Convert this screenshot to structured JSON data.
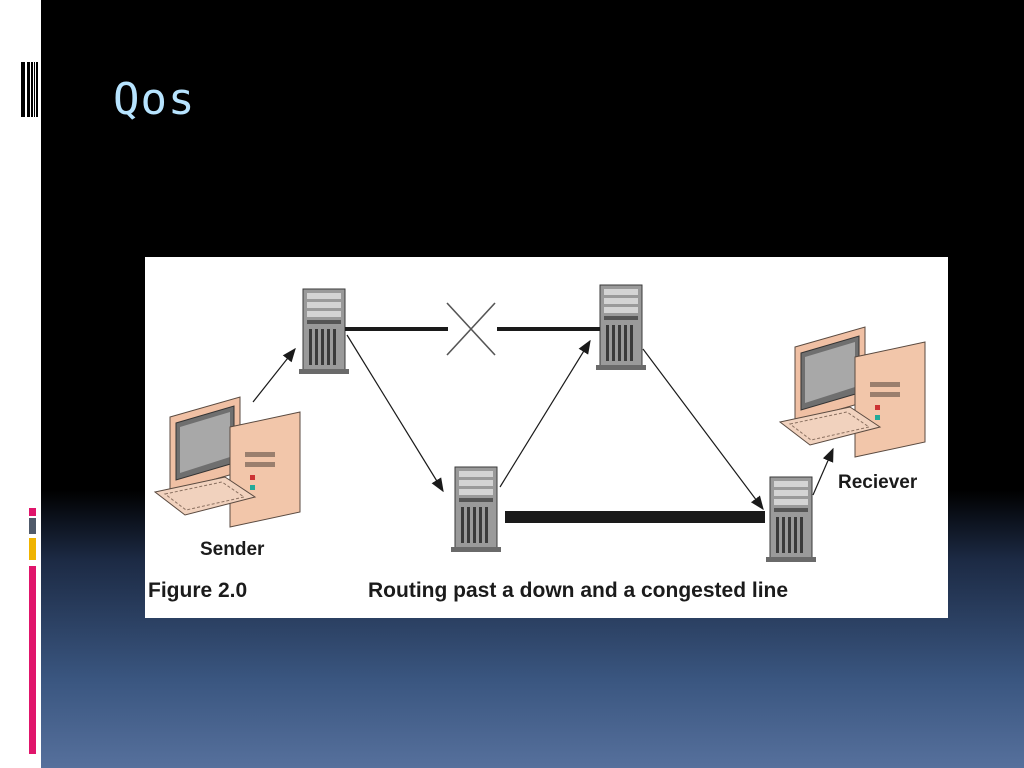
{
  "slide": {
    "title": "Qos"
  },
  "diagram": {
    "sender_label": "Sender",
    "receiver_label": "Reciever",
    "caption_figure": "Figure 2.0",
    "caption_text": "Routing past a down and a congested line"
  },
  "colors": {
    "title": "#b7e4ff",
    "accent_pink": "#e0156b",
    "accent_gray": "#505a6a",
    "accent_yellow": "#f0b400",
    "computer_beige": "#f0c0a4",
    "router_gray": "#909090"
  }
}
